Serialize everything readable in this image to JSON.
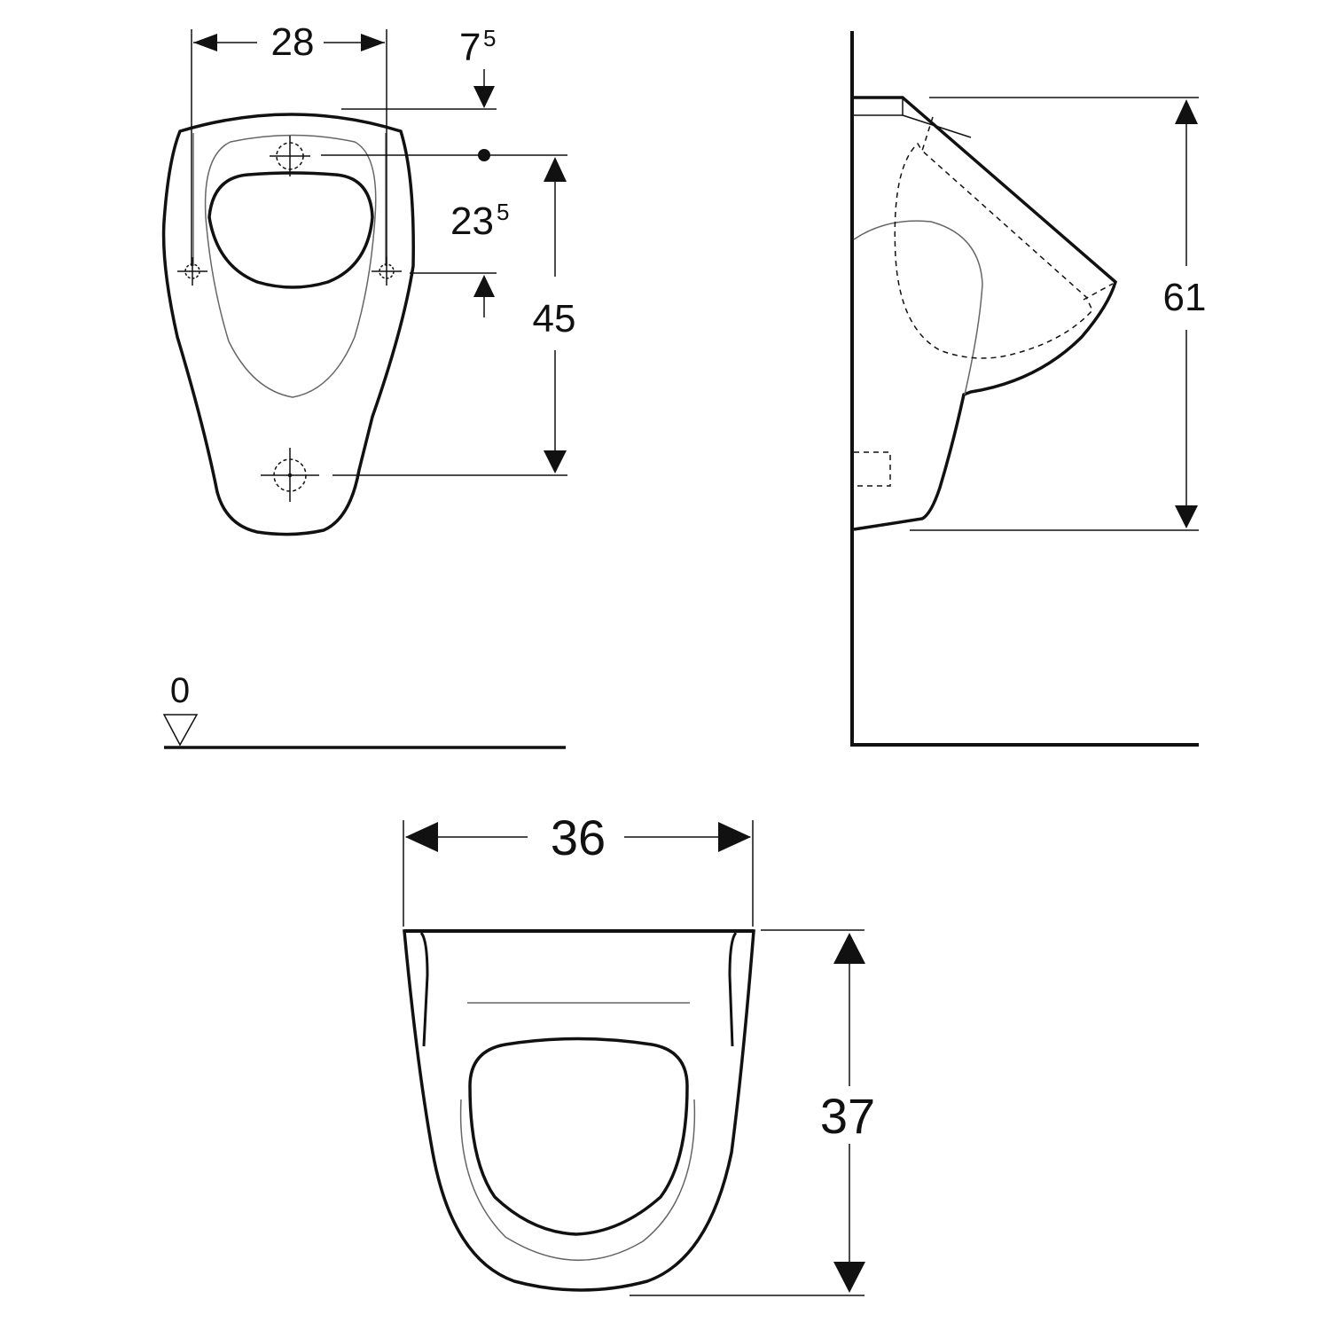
{
  "drawing": {
    "type": "technical dimension drawing",
    "subject": "wall-hung urinal",
    "unit_hint": "cm",
    "colors": {
      "outline": "#111111",
      "thin_line": "#555555",
      "background": "#ffffff"
    }
  },
  "front_view": {
    "dimensions": {
      "width_between_holes": {
        "main": "28",
        "sup": ""
      },
      "top_offset": {
        "main": "7",
        "sup": "5"
      },
      "inlet_to_fixing": {
        "main": "23",
        "sup": "5"
      },
      "inlet_to_outlet": {
        "main": "45",
        "sup": ""
      }
    },
    "floor_reference": {
      "label": "0"
    }
  },
  "side_view": {
    "dimensions": {
      "height": {
        "main": "61",
        "sup": ""
      }
    }
  },
  "top_view": {
    "dimensions": {
      "width": {
        "main": "36",
        "sup": ""
      },
      "depth": {
        "main": "37",
        "sup": ""
      }
    }
  }
}
